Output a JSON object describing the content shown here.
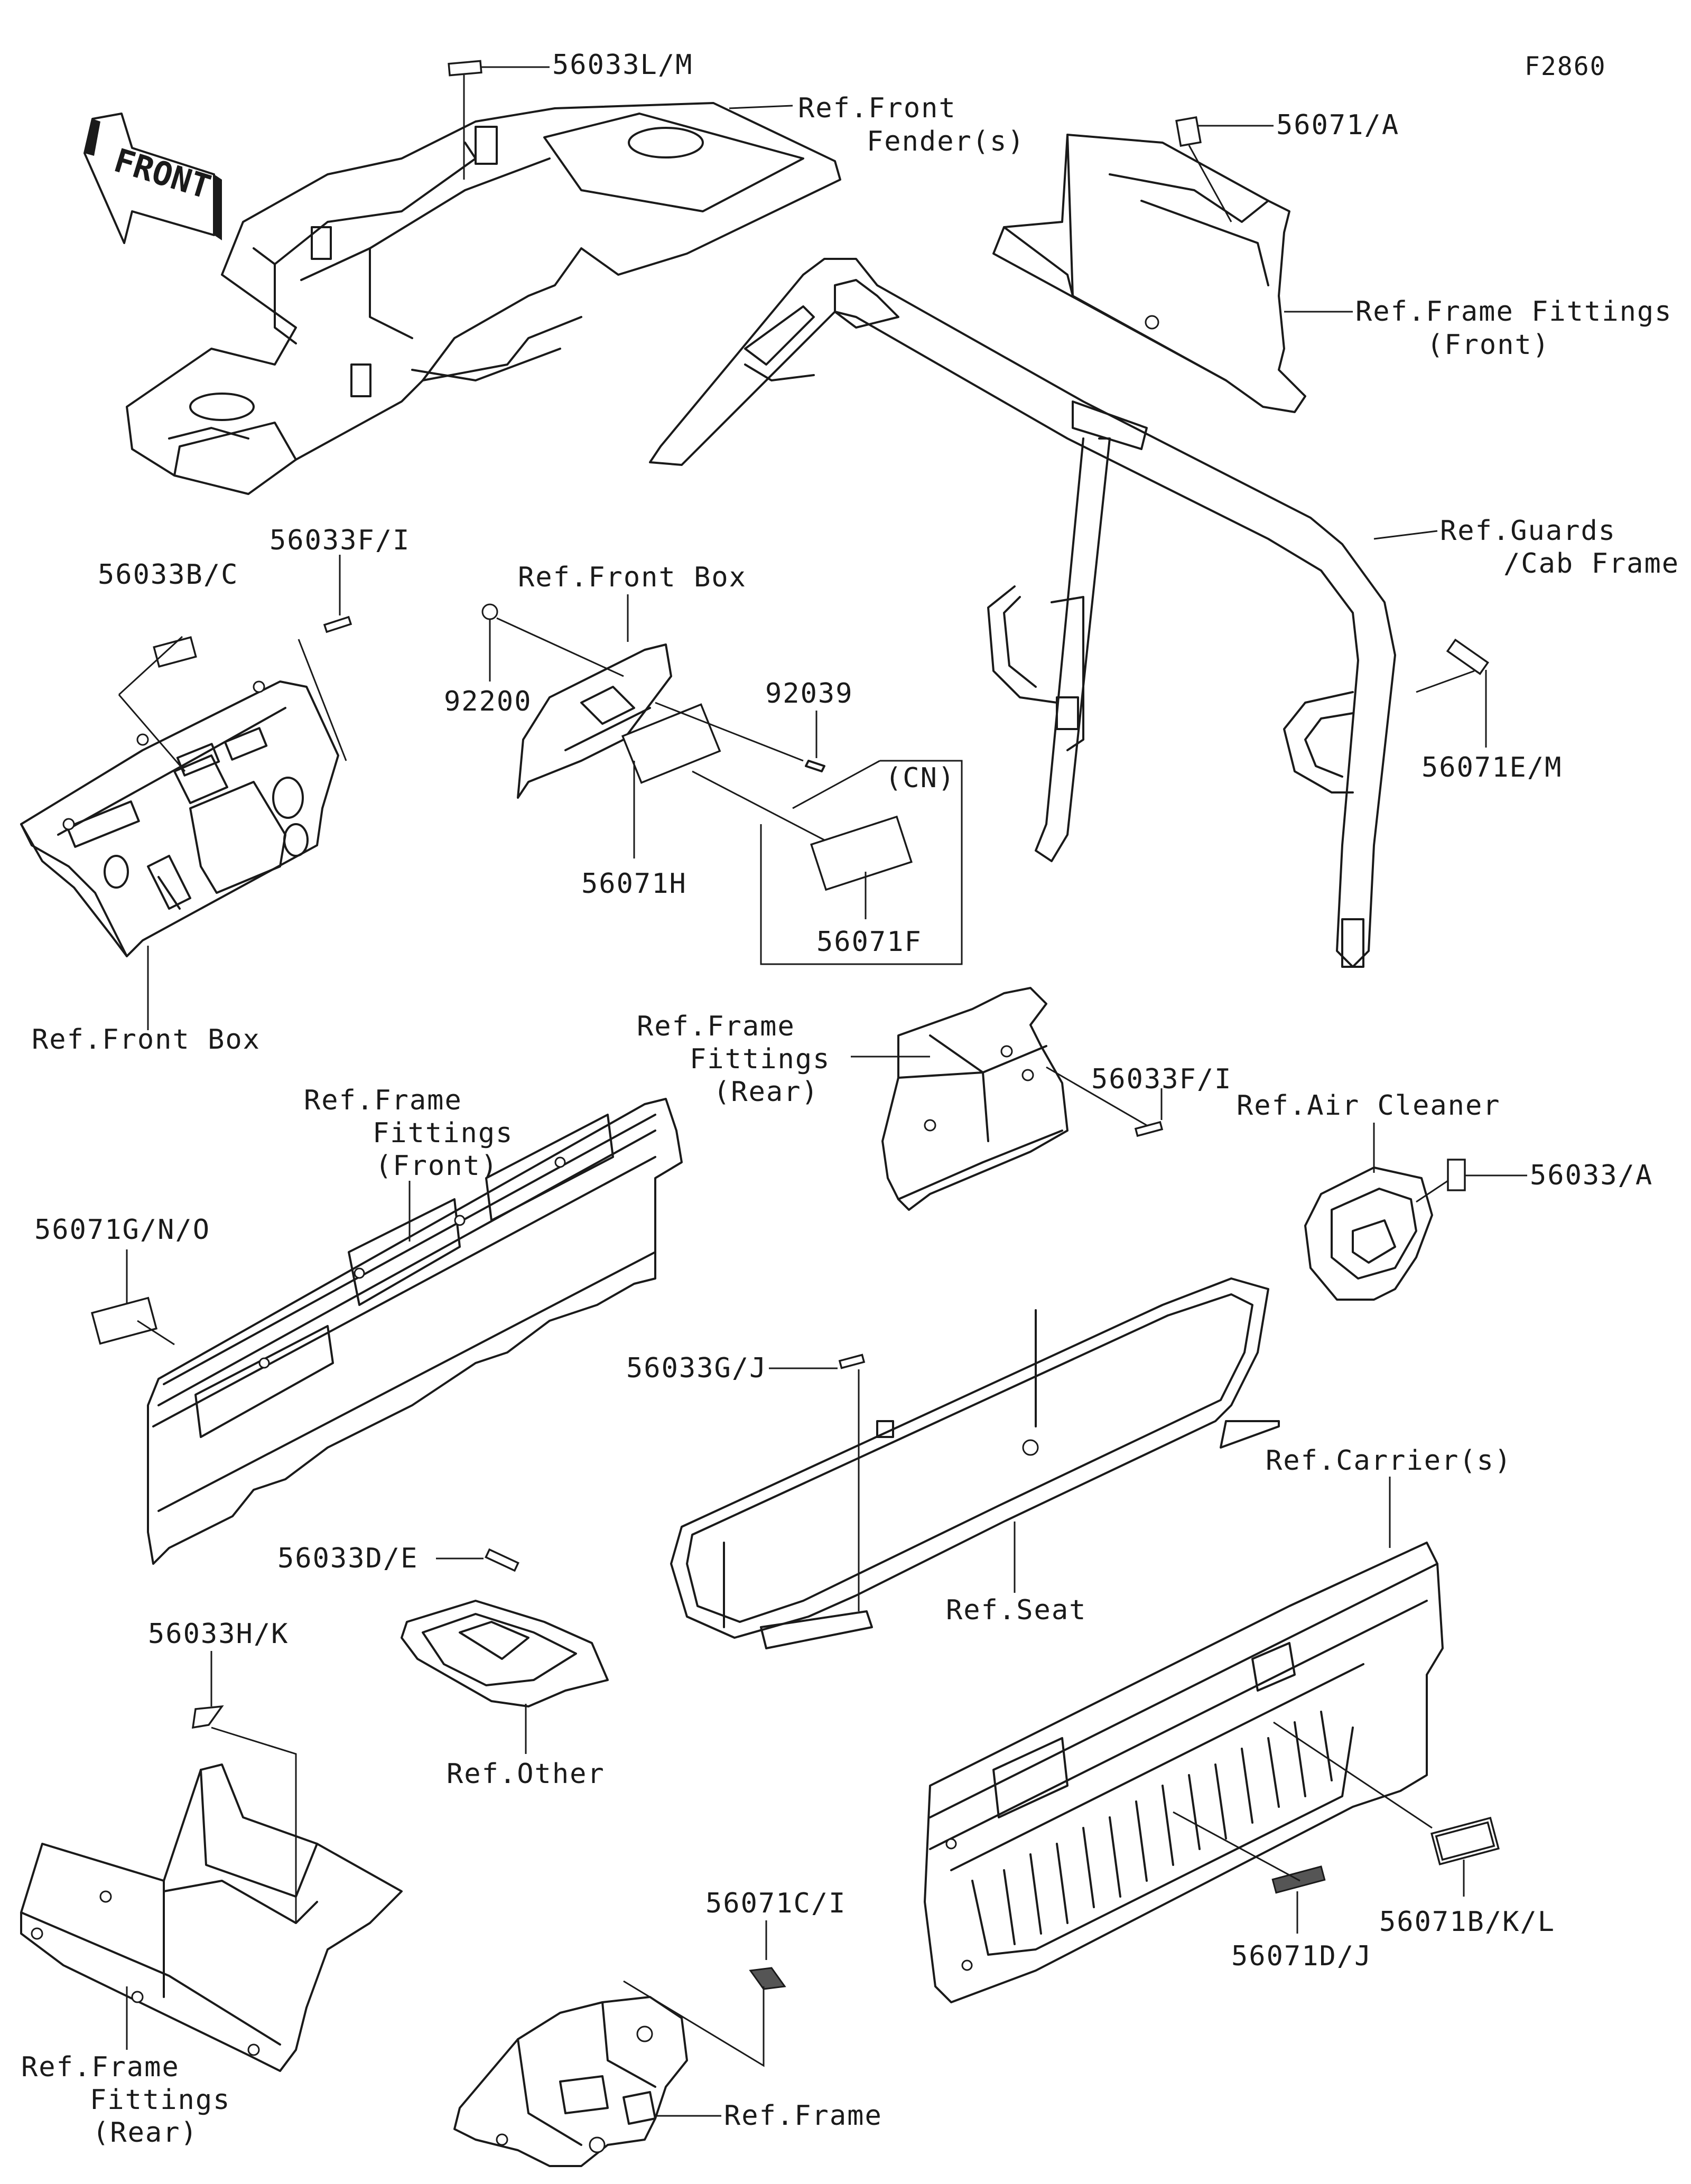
{
  "figure_code": "F2860",
  "front_arrow_text": "FRONT",
  "labels": {
    "l_56033LM": "56033L/M",
    "l_front_fender": [
      "Ref.Front",
      "Fender(s)"
    ],
    "l_56071A": "56071/A",
    "l_frame_fittings_front_top": [
      "Ref.Frame Fittings",
      "(Front)"
    ],
    "l_guards_cab": [
      "Ref.Guards",
      "/Cab Frame"
    ],
    "l_56071EM": "56071E/M",
    "l_56033BC": "56033B/C",
    "l_56033FI_left": "56033F/I",
    "l_ref_front_box_top": "Ref.Front Box",
    "l_92200": "92200",
    "l_92039": "92039",
    "l_cn": "(CN)",
    "l_56071H": "56071H",
    "l_56071F": "56071F",
    "l_ref_front_box_bottom": "Ref.Front Box",
    "l_frame_fittings_rear_mid": [
      "Ref.Frame",
      "Fittings",
      "(Rear)"
    ],
    "l_56033FI_right": "56033F/I",
    "l_air_cleaner": "Ref.Air Cleaner",
    "l_56033A": "56033/A",
    "l_frame_fittings_front_mid": [
      "Ref.Frame",
      "Fittings",
      "(Front)"
    ],
    "l_56071GNO": "56071G/N/O",
    "l_56033GJ": "56033G/J",
    "l_carriers": "Ref.Carrier(s)",
    "l_56033DE": "56033D/E",
    "l_ref_seat": "Ref.Seat",
    "l_56033HK": "56033H/K",
    "l_ref_other": "Ref.Other",
    "l_56071CI": "56071C/I",
    "l_56071DJ": "56071D/J",
    "l_56071BKL": "56071B/K/L",
    "l_frame_fittings_rear_bottom": [
      "Ref.Frame",
      "Fittings",
      "(Rear)"
    ],
    "l_ref_frame": "Ref.Frame"
  }
}
